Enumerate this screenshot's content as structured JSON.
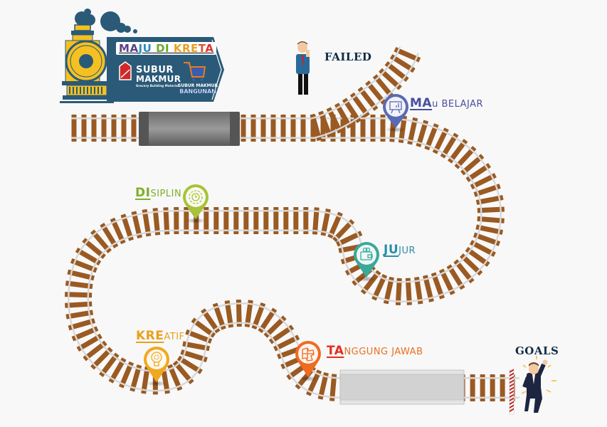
{
  "banner": {
    "title_letters": [
      {
        "ch": "M",
        "color": "#5b3f8a"
      },
      {
        "ch": "A",
        "color": "#5b3f8a"
      },
      {
        "ch": "J",
        "color": "#2a8fbf"
      },
      {
        "ch": "U",
        "color": "#2a8fbf"
      },
      {
        "ch": " ",
        "color": "#000000"
      },
      {
        "ch": "D",
        "color": "#6aa728"
      },
      {
        "ch": "I",
        "color": "#6aa728"
      },
      {
        "ch": " ",
        "color": "#000000"
      },
      {
        "ch": "K",
        "color": "#e8a020"
      },
      {
        "ch": "R",
        "color": "#e8a020"
      },
      {
        "ch": "E",
        "color": "#e8a020"
      },
      {
        "ch": "T",
        "color": "#e05030"
      },
      {
        "ch": "A",
        "color": "#e03030"
      }
    ],
    "brand_primary": {
      "line1": "SUBUR",
      "line2": "MAKMUR",
      "tagline": "Grocery Building Material"
    },
    "brand_secondary": {
      "line1": "SUBUR MAKMUR",
      "line2": "BANGUNAN"
    },
    "colors": {
      "panel": "#2a5a78",
      "locomotive": "#f5c022",
      "smoke": "#2a5a78"
    }
  },
  "headings": {
    "failed": "FAILED",
    "goals": "GOALS"
  },
  "milestones": [
    {
      "id": "mau-belajar",
      "highlight": "MA",
      "rest": "u BELAJAR",
      "color": "#4a4f9e",
      "pin": "#5a6bb5",
      "icon": "presentation-board-icon"
    },
    {
      "id": "disiplin",
      "highlight": "DI",
      "rest": "SIPLIN",
      "color": "#7fae2a",
      "pin": "#a8c23a",
      "icon": "gear-clock-icon"
    },
    {
      "id": "jujur",
      "highlight": "JU",
      "rest": "JUR",
      "color": "#2a8fa8",
      "pin": "#3aa89a",
      "icon": "wallet-icon"
    },
    {
      "id": "kreatif",
      "highlight": "KRE",
      "rest": "ATIF",
      "color": "#e8a020",
      "pin": "#f0a820",
      "icon": "lightbulb-gear-icon"
    },
    {
      "id": "tanggung-jawab",
      "highlight": "TA",
      "rest": "NGGUNG JAWAB",
      "color": "#e03020",
      "restColor": "#e87020",
      "pin": "#f06a20",
      "icon": "puzzle-icon"
    }
  ],
  "colors": {
    "rail": "#d8d8d8",
    "sleeper": "#9a5a22",
    "background": "#f8f8f8"
  }
}
